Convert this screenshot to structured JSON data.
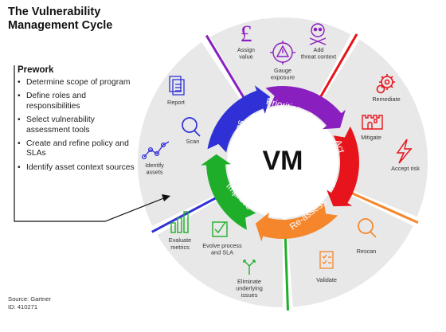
{
  "title": "The Vulnerability Management Cycle",
  "center_label": "VM",
  "prework": {
    "heading": "Prework",
    "items": [
      "Determine scope of program",
      "Define roles and responsibilities",
      "Select vulnerability assessment tools",
      "Create and refine policy and SLAs",
      "Identify asset context sources"
    ]
  },
  "stages": {
    "prioritize": {
      "label": "Prioritize",
      "color": "#8a1fbf",
      "items": {
        "assign_value": "Assign value",
        "gauge_exposure": "Gauge exposure",
        "add_threat_context": "Add threat context"
      }
    },
    "act": {
      "label": "Act",
      "color": "#e8141b",
      "items": {
        "remediate": "Remediate",
        "mitigate": "Mitigate",
        "accept_risk": "Accept risk"
      }
    },
    "reassess": {
      "label": "Re-assess",
      "color": "#f5862b",
      "items": {
        "rescan": "Rescan",
        "validate": "Validate"
      }
    },
    "improve": {
      "label": "Improve",
      "color": "#1fae2a",
      "items": {
        "evaluate_metrics": "Evaluate metrics",
        "evolve_process": "Evolve process and SLA",
        "eliminate_issues": "Eliminate underlying issues"
      }
    },
    "assess": {
      "label": "Assess",
      "color": "#2f31d6",
      "items": {
        "report": "Report",
        "scan": "Scan",
        "identify_assets": "Identify assets"
      }
    }
  },
  "icons": [
    "pound-icon",
    "warning-target-icon",
    "skull-crossbones-icon",
    "gears-icon",
    "castle-icon",
    "lightning-icon",
    "magnifier-icon",
    "checklist-icon",
    "bar-chart-icon",
    "checkbox-edit-icon",
    "branch-arrows-icon",
    "documents-icon",
    "line-graph-icon"
  ],
  "source": {
    "line1": "Source: Gartner",
    "line2": "ID: 410271"
  }
}
